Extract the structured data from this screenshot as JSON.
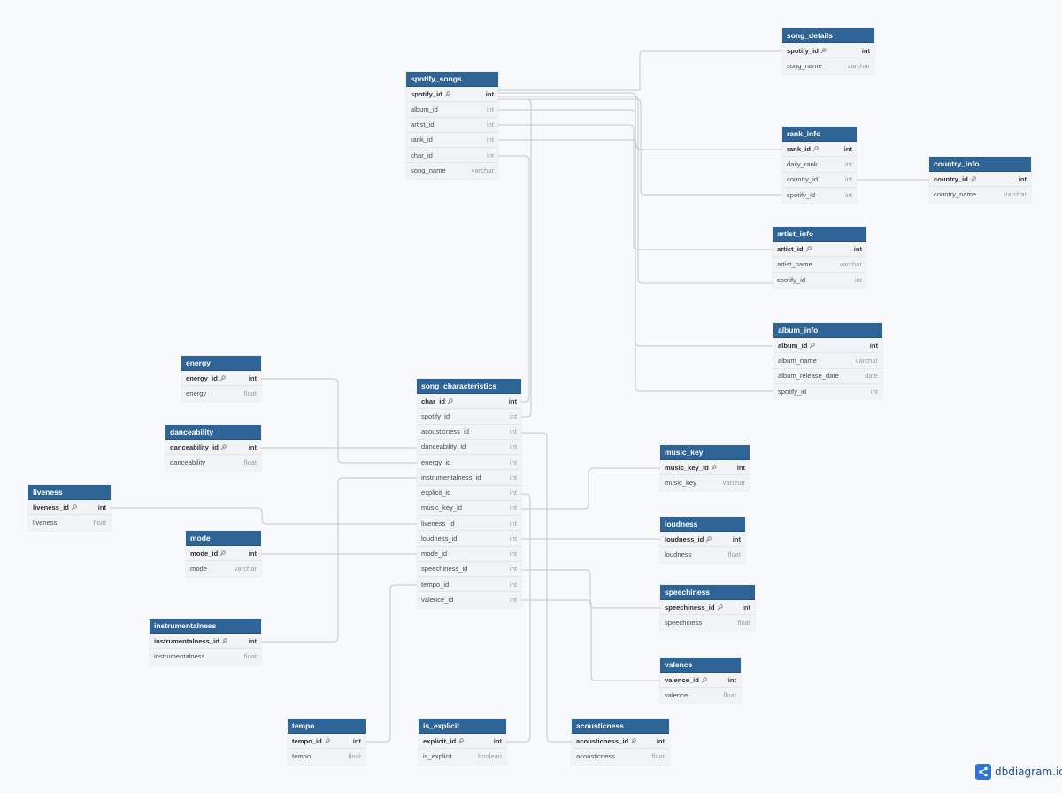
{
  "brand": {
    "name": "dbdiagram.io",
    "icon": "share-nodes-icon",
    "color": "#2f74d0"
  },
  "colors": {
    "header": "#2f6496",
    "row_bg": "#f2f3f4",
    "link": "#c4c8ce",
    "canvas": "#f8f9fb"
  },
  "tables": [
    {
      "id": "spotify_songs",
      "name": "spotify_songs",
      "fields": [
        {
          "name": "spotify_id",
          "type": "int",
          "pk": true
        },
        {
          "name": "album_id",
          "type": "int"
        },
        {
          "name": "artist_id",
          "type": "int"
        },
        {
          "name": "rank_id",
          "type": "int"
        },
        {
          "name": "char_id",
          "type": "int"
        },
        {
          "name": "song_name",
          "type": "varchar"
        }
      ]
    },
    {
      "id": "song_details",
      "name": "song_details",
      "fields": [
        {
          "name": "spotify_id",
          "type": "int",
          "pk": true
        },
        {
          "name": "song_name",
          "type": "varchar"
        }
      ]
    },
    {
      "id": "rank_info",
      "name": "rank_info",
      "fields": [
        {
          "name": "rank_id",
          "type": "int",
          "pk": true
        },
        {
          "name": "daily_rank",
          "type": "int"
        },
        {
          "name": "country_id",
          "type": "int"
        },
        {
          "name": "spotify_id",
          "type": "int"
        }
      ]
    },
    {
      "id": "country_info",
      "name": "country_info",
      "fields": [
        {
          "name": "country_id",
          "type": "int",
          "pk": true
        },
        {
          "name": "country_name",
          "type": "varchar"
        }
      ]
    },
    {
      "id": "artist_info",
      "name": "artist_info",
      "fields": [
        {
          "name": "artist_id",
          "type": "int",
          "pk": true
        },
        {
          "name": "artist_name",
          "type": "varchar"
        },
        {
          "name": "spotify_id",
          "type": "int"
        }
      ]
    },
    {
      "id": "album_info",
      "name": "album_info",
      "fields": [
        {
          "name": "album_id",
          "type": "int",
          "pk": true
        },
        {
          "name": "album_name",
          "type": "varchar"
        },
        {
          "name": "album_release_date",
          "type": "date"
        },
        {
          "name": "spotify_id",
          "type": "int"
        }
      ]
    },
    {
      "id": "energy",
      "name": "energy",
      "fields": [
        {
          "name": "energy_id",
          "type": "int",
          "pk": true
        },
        {
          "name": "energy",
          "type": "float"
        }
      ]
    },
    {
      "id": "danceability",
      "name": "danceability",
      "fields": [
        {
          "name": "danceability_id",
          "type": "int",
          "pk": true
        },
        {
          "name": "danceability",
          "type": "float"
        }
      ]
    },
    {
      "id": "liveness",
      "name": "liveness",
      "fields": [
        {
          "name": "liveness_id",
          "type": "int",
          "pk": true
        },
        {
          "name": "liveness",
          "type": "float"
        }
      ]
    },
    {
      "id": "mode",
      "name": "mode",
      "fields": [
        {
          "name": "mode_id",
          "type": "int",
          "pk": true
        },
        {
          "name": "mode",
          "type": "varchar"
        }
      ]
    },
    {
      "id": "instrumentalness",
      "name": "instrumentalness",
      "fields": [
        {
          "name": "instrumentalness_id",
          "type": "int",
          "pk": true
        },
        {
          "name": "instrumentalness",
          "type": "float"
        }
      ]
    },
    {
      "id": "song_characteristics",
      "name": "song_characteristics",
      "fields": [
        {
          "name": "char_id",
          "type": "int",
          "pk": true
        },
        {
          "name": "spotify_id",
          "type": "int"
        },
        {
          "name": "acousticness_id",
          "type": "int"
        },
        {
          "name": "danceability_id",
          "type": "int"
        },
        {
          "name": "energy_id",
          "type": "int"
        },
        {
          "name": "instrumentalness_id",
          "type": "int"
        },
        {
          "name": "explicit_id",
          "type": "int"
        },
        {
          "name": "music_key_id",
          "type": "int"
        },
        {
          "name": "liveness_id",
          "type": "int"
        },
        {
          "name": "loudness_id",
          "type": "int"
        },
        {
          "name": "mode_id",
          "type": "int"
        },
        {
          "name": "speechiness_id",
          "type": "int"
        },
        {
          "name": "tempo_id",
          "type": "int"
        },
        {
          "name": "valence_id",
          "type": "int"
        }
      ]
    },
    {
      "id": "music_key",
      "name": "music_key",
      "fields": [
        {
          "name": "music_key_id",
          "type": "int",
          "pk": true
        },
        {
          "name": "music_key",
          "type": "varchar"
        }
      ]
    },
    {
      "id": "loudness",
      "name": "loudness",
      "fields": [
        {
          "name": "loudness_id",
          "type": "int",
          "pk": true
        },
        {
          "name": "loudness",
          "type": "float"
        }
      ]
    },
    {
      "id": "speechiness",
      "name": "speechiness",
      "fields": [
        {
          "name": "speechiness_id",
          "type": "int",
          "pk": true
        },
        {
          "name": "speechiness",
          "type": "float"
        }
      ]
    },
    {
      "id": "valence",
      "name": "valence",
      "fields": [
        {
          "name": "valence_id",
          "type": "int",
          "pk": true
        },
        {
          "name": "valence",
          "type": "float"
        }
      ]
    },
    {
      "id": "tempo",
      "name": "tempo",
      "fields": [
        {
          "name": "tempo_id",
          "type": "int",
          "pk": true
        },
        {
          "name": "tempo",
          "type": "float"
        }
      ]
    },
    {
      "id": "is_explicit",
      "name": "is_explicit",
      "fields": [
        {
          "name": "explicit_id",
          "type": "int",
          "pk": true
        },
        {
          "name": "is_explicit",
          "type": "boolean"
        }
      ]
    },
    {
      "id": "acousticness",
      "name": "acousticness",
      "fields": [
        {
          "name": "acousticness_id",
          "type": "int",
          "pk": true
        },
        {
          "name": "acousticness",
          "type": "float"
        }
      ]
    }
  ]
}
